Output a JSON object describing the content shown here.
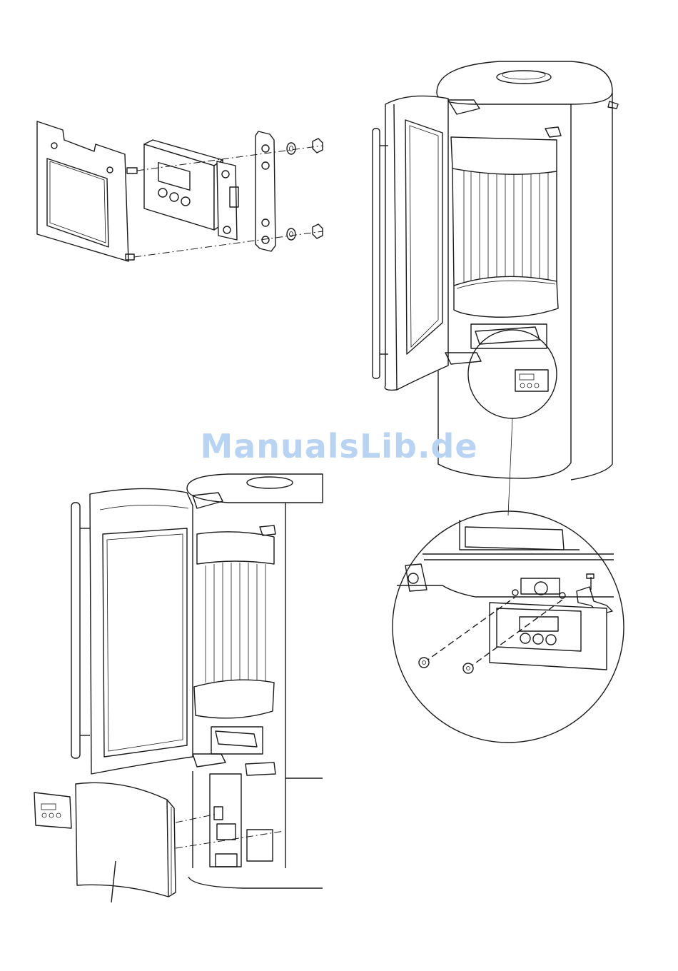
{
  "watermark": {
    "text": "ManualsLib.de",
    "color": "#b9d3f2"
  },
  "figures": [
    {
      "name": "control-panel-exploded-view"
    },
    {
      "name": "stove-door-open-view"
    },
    {
      "name": "stove-side-panel-removal-view"
    },
    {
      "name": "control-panel-detail-magnified"
    }
  ]
}
